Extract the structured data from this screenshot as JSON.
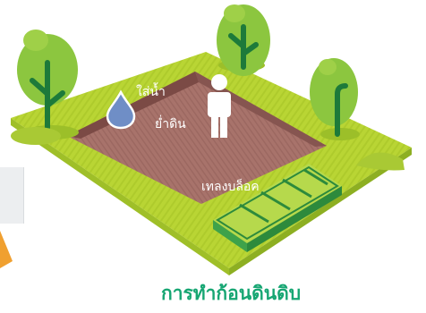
{
  "labels": {
    "add_water": "ใส่น้ำ",
    "stomp_soil": "ย่ำดิน",
    "block_mold": "เทลงบล็อค"
  },
  "caption": "การทำก้อนดินดิบ",
  "icons": {
    "water": "water-drop-icon",
    "person": "person-icon",
    "mold": "brick-mold-icon"
  },
  "colors": {
    "grass": "#b7d432",
    "grass_dark": "#9cbf29",
    "soil": "#a9736a",
    "soil_wall": "#7a4b46",
    "tree_leaf": "#8cc63f",
    "tree_trunk": "#1d7a3a",
    "water": "#6f8ec6",
    "caption": "#17a673"
  }
}
